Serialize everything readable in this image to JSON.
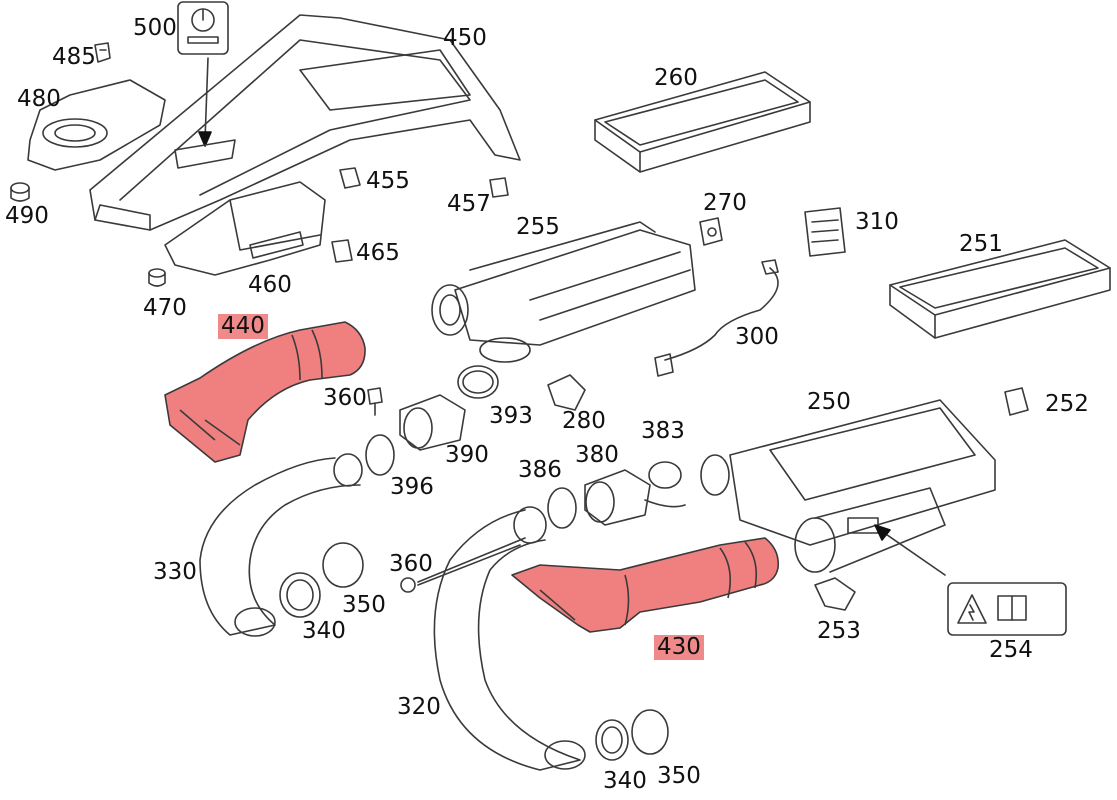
{
  "colors": {
    "line": "#3a3a3a",
    "highlight_fill": "#f08080",
    "label_highlight": "#f08a8a",
    "background": "#ffffff"
  },
  "labels": {
    "p500": "500",
    "p450": "450",
    "p485": "485",
    "p480": "480",
    "p490": "490",
    "p455": "455",
    "p457": "457",
    "p465": "465",
    "p460": "460",
    "p470": "470",
    "p260": "260",
    "p270": "270",
    "p310": "310",
    "p255": "255",
    "p251": "251",
    "p440": "440",
    "p300": "300",
    "p360a": "360",
    "p393": "393",
    "p280": "280",
    "p250": "250",
    "p252": "252",
    "p390": "390",
    "p396": "396",
    "p386": "386",
    "p380": "380",
    "p383": "383",
    "p330": "330",
    "p360b": "360",
    "p350a": "350",
    "p340a": "340",
    "p430": "430",
    "p253": "253",
    "p254": "254",
    "p320": "320",
    "p340b": "340",
    "p350b": "350"
  },
  "highlighted_parts": [
    "440",
    "430"
  ]
}
